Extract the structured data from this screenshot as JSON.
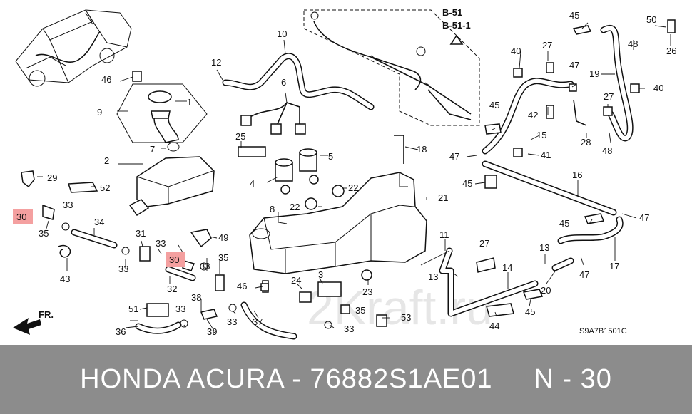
{
  "diagram": {
    "watermark": "2Kraft.ru",
    "diagram_code": "S9A7B1501C",
    "front_label": "FR.",
    "ref_labels": [
      "B-51",
      "B-51-1"
    ],
    "highlight_color": "#f4a0a0",
    "parts": {
      "p1": "1",
      "p2": "2",
      "p3": "3",
      "p4": "4",
      "p5": "5",
      "p6": "6",
      "p7": "7",
      "p8": "8",
      "p9": "9",
      "p10": "10",
      "p11": "11",
      "p12": "12",
      "p13a": "13",
      "p13b": "13",
      "p14": "14",
      "p15": "15",
      "p16": "16",
      "p17": "17",
      "p18": "18",
      "p19": "19",
      "p20": "20",
      "p21": "21",
      "p22a": "22",
      "p22b": "22",
      "p23": "23",
      "p24": "24",
      "p25": "25",
      "p26": "26",
      "p27a": "27",
      "p27b": "27",
      "p27c": "27",
      "p28": "28",
      "p29": "29",
      "p30a": "30",
      "p30b": "30",
      "p31": "31",
      "p32": "32",
      "p33a": "33",
      "p33b": "33",
      "p33c": "33",
      "p33d": "33",
      "p33e": "33",
      "p33f": "33",
      "p33g": "33",
      "p34": "34",
      "p35a": "35",
      "p35b": "35",
      "p35c": "35",
      "p36": "36",
      "p37": "37",
      "p38": "38",
      "p39": "39",
      "p40a": "40",
      "p40b": "40",
      "p41": "41",
      "p42": "42",
      "p43": "43",
      "p44": "44",
      "p45a": "45",
      "p45b": "45",
      "p45c": "45",
      "p45d": "45",
      "p45e": "45",
      "p46a": "46",
      "p46b": "46",
      "p47a": "47",
      "p47b": "47",
      "p47c": "47",
      "p47d": "47",
      "p48a": "48",
      "p48b": "48",
      "p49": "49",
      "p50": "50",
      "p51": "51",
      "p52": "52",
      "p53": "53"
    }
  },
  "footer": {
    "title": "HONDA ACURA - 76882S1AE01",
    "position": "N - 30",
    "background": "#8c8c8c"
  }
}
